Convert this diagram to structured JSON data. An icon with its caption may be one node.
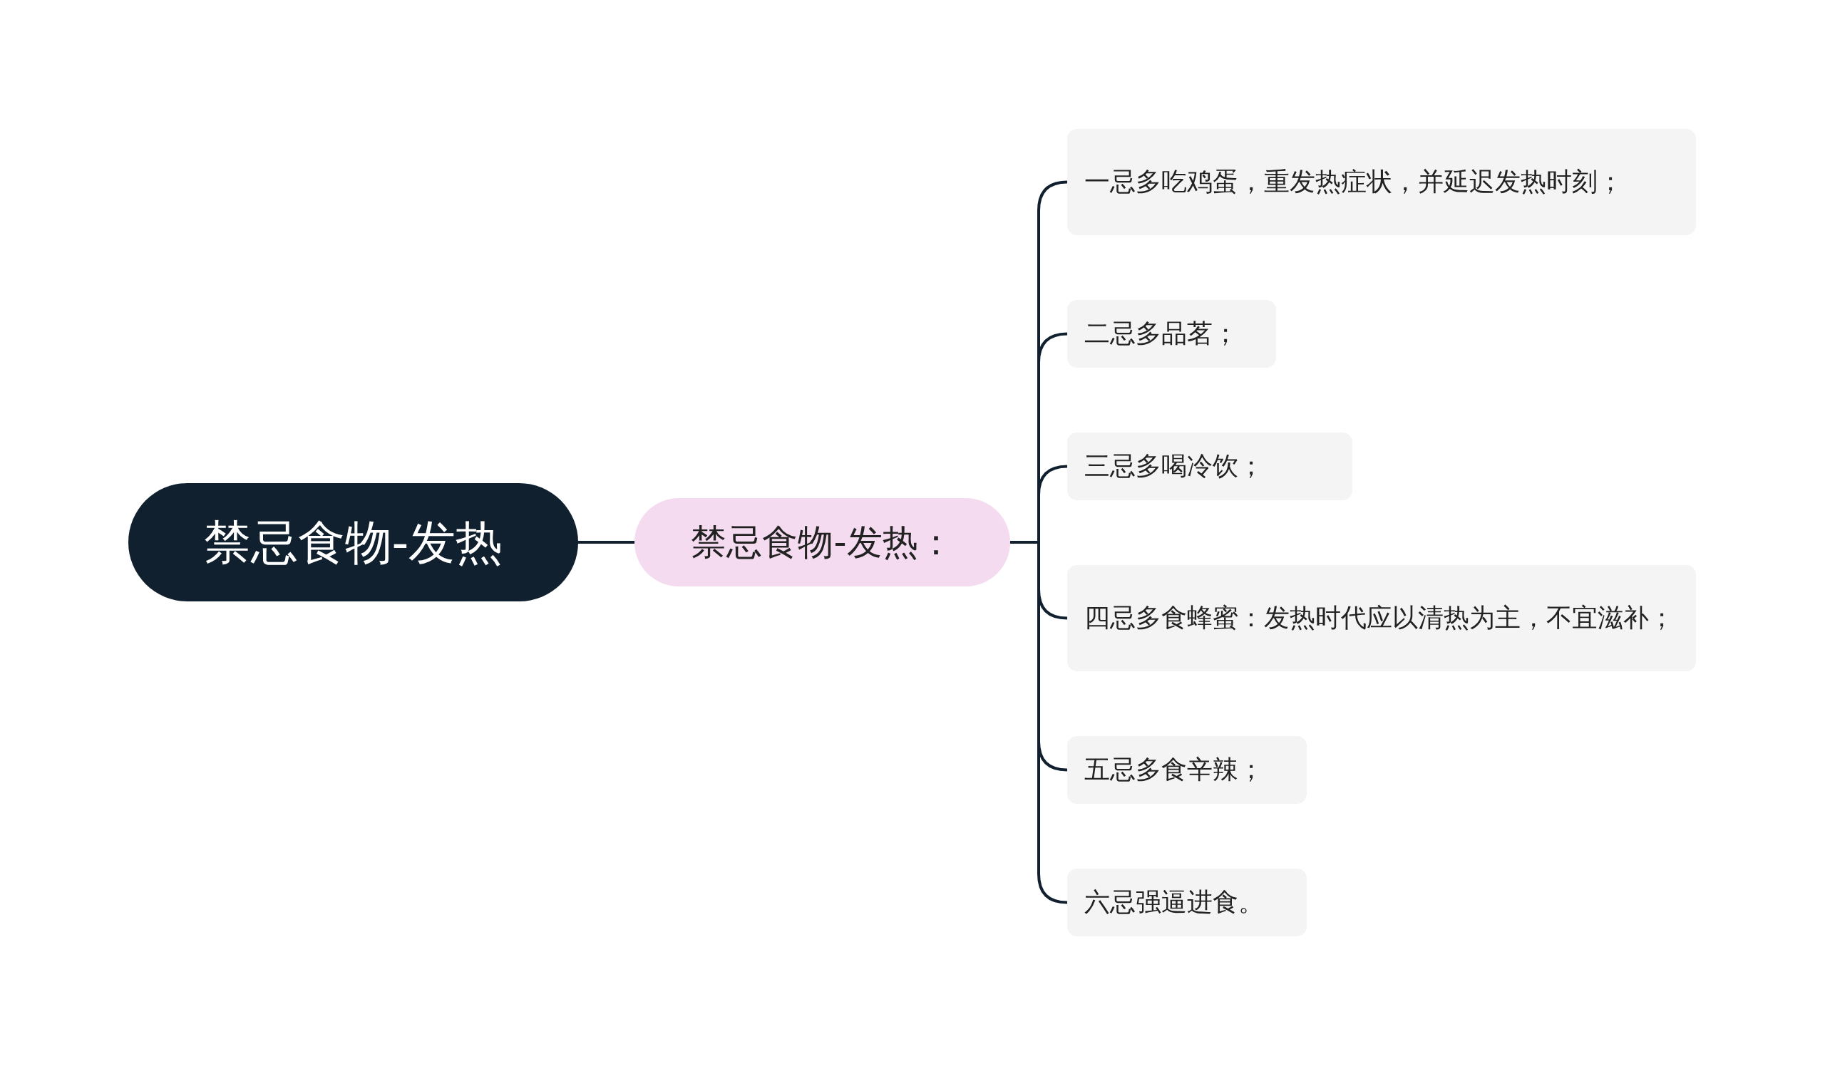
{
  "diagram": {
    "nodes": [
      {
        "text": [
          "禁忌食物-发热"
        ]
      },
      {
        "text": [
          "禁忌食物-发热："
        ]
      },
      {
        "text": [
          "一忌多吃鸡蛋，重发热症状，并延迟发热时刻；"
        ]
      },
      {
        "text": [
          "二忌多品茗；"
        ]
      },
      {
        "text": [
          "三忌多喝冷饮；"
        ]
      },
      {
        "text": [
          "四忌多食蜂蜜：发热时代应以清热为主，不宜滋补；"
        ]
      },
      {
        "text": [
          "五忌多食辛辣；"
        ]
      },
      {
        "text": [
          "六忌强逼进食。"
        ]
      }
    ],
    "edges": [
      {
        "from": 0,
        "to": 1,
        "arrow": "none"
      },
      {
        "from": 1,
        "to": 2,
        "arrow": "none"
      },
      {
        "from": 1,
        "to": 3,
        "arrow": "none"
      },
      {
        "from": 1,
        "to": 4,
        "arrow": "none"
      },
      {
        "from": 1,
        "to": 5,
        "arrow": "none"
      },
      {
        "from": 1,
        "to": 6,
        "arrow": "none"
      },
      {
        "from": 1,
        "to": 7,
        "arrow": "none"
      }
    ]
  }
}
